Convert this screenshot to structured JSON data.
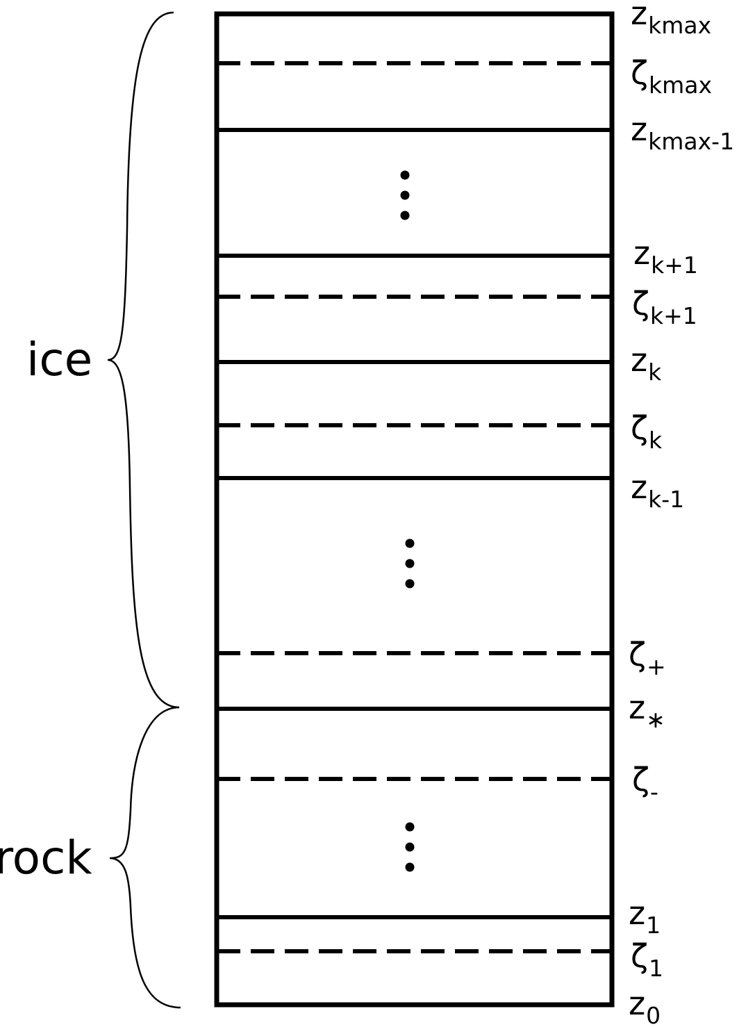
{
  "regions": [
    {
      "id": "ice",
      "label": "ice"
    },
    {
      "id": "rock",
      "label": "rock"
    }
  ],
  "levels": [
    {
      "id": "z-kmax",
      "kind": "interface",
      "symbol": "z",
      "sub": "kmax"
    },
    {
      "id": "zeta-kmax",
      "kind": "midpoint",
      "symbol": "ζ",
      "sub": "kmax"
    },
    {
      "id": "z-kmax-1",
      "kind": "interface",
      "symbol": "z",
      "sub": "kmax-1"
    },
    {
      "id": "z-k+1",
      "kind": "interface",
      "symbol": "z",
      "sub": "k+1"
    },
    {
      "id": "zeta-k+1",
      "kind": "midpoint",
      "symbol": "ζ",
      "sub": "k+1"
    },
    {
      "id": "z-k",
      "kind": "interface",
      "symbol": "z",
      "sub": "k"
    },
    {
      "id": "zeta-k",
      "kind": "midpoint",
      "symbol": "ζ",
      "sub": "k"
    },
    {
      "id": "z-k-1",
      "kind": "interface",
      "symbol": "z",
      "sub": "k-1"
    },
    {
      "id": "zeta-plus",
      "kind": "midpoint",
      "symbol": "ζ",
      "sub": "+"
    },
    {
      "id": "z-star",
      "kind": "interface",
      "symbol": "z",
      "sub": "∗"
    },
    {
      "id": "zeta-minus",
      "kind": "midpoint",
      "symbol": "ζ",
      "sub": "-"
    },
    {
      "id": "z-1",
      "kind": "interface",
      "symbol": "z",
      "sub": "1"
    },
    {
      "id": "zeta-1",
      "kind": "midpoint",
      "symbol": "ζ",
      "sub": "1"
    },
    {
      "id": "z-0",
      "kind": "interface",
      "symbol": "z",
      "sub": "0"
    }
  ],
  "ellipsis": [
    {
      "id": "upper"
    },
    {
      "id": "middle"
    },
    {
      "id": "lower"
    }
  ]
}
